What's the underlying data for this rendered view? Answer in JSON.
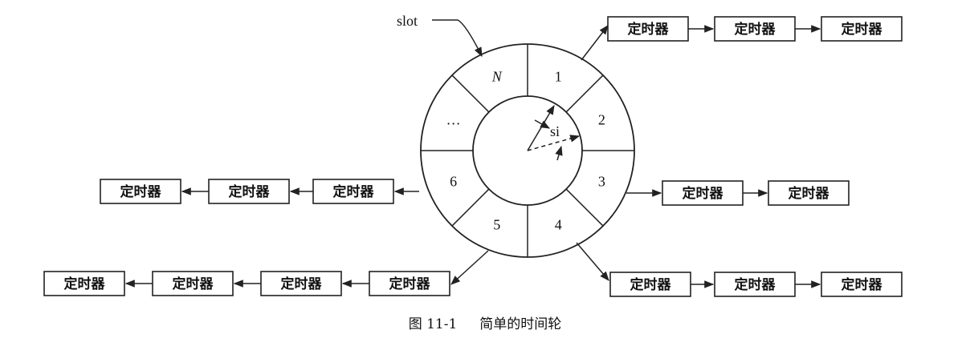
{
  "slot_label": "slot",
  "interval_label": "si",
  "slots": [
    "1",
    "2",
    "3",
    "4",
    "5",
    "6",
    "…",
    "N"
  ],
  "timer_label": "定时器",
  "chains": {
    "slot1": [
      "定时器",
      "定时器",
      "定时器"
    ],
    "slot3": [
      "定时器",
      "定时器"
    ],
    "slot4": [
      "定时器",
      "定时器",
      "定时器"
    ],
    "slot6": [
      "定时器",
      "定时器",
      "定时器"
    ],
    "slot5": [
      "定时器",
      "定时器",
      "定时器",
      "定时器"
    ]
  },
  "caption": {
    "number": "图 11-1",
    "title": "简单的时间轮"
  }
}
